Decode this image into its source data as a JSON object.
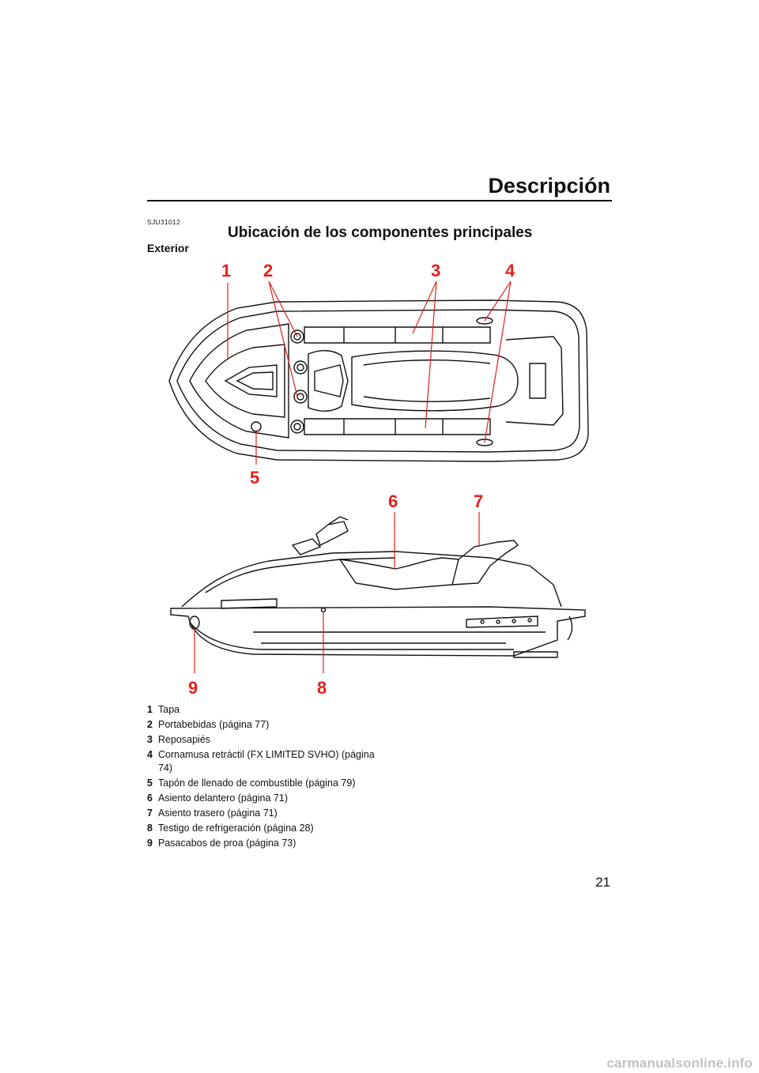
{
  "header": {
    "section_title": "Descripción"
  },
  "reference_code": "SJU31012",
  "heading": "Ubicación de los componentes principales",
  "subheading": "Exterior",
  "callouts": [
    "1",
    "2",
    "3",
    "4",
    "5",
    "6",
    "7",
    "8",
    "9"
  ],
  "callout_color": "#e0201b",
  "legend": [
    {
      "num": "1",
      "text": "Tapa"
    },
    {
      "num": "2",
      "text": "Portabebidas (página 77)"
    },
    {
      "num": "3",
      "text": "Reposapiés"
    },
    {
      "num": "4",
      "text": "Cornamusa retráctil (FX LIMITED SVHO) (página 74)"
    },
    {
      "num": "5",
      "text": "Tapón de llenado de combustible (página 79)"
    },
    {
      "num": "6",
      "text": "Asiento delantero (página 71)"
    },
    {
      "num": "7",
      "text": "Asiento trasero (página 71)"
    },
    {
      "num": "8",
      "text": "Testigo de refrigeración (página 28)"
    },
    {
      "num": "9",
      "text": "Pasacabos de proa (página 73)"
    }
  ],
  "page_number": "21",
  "watermark": "carmanualsonline.info"
}
